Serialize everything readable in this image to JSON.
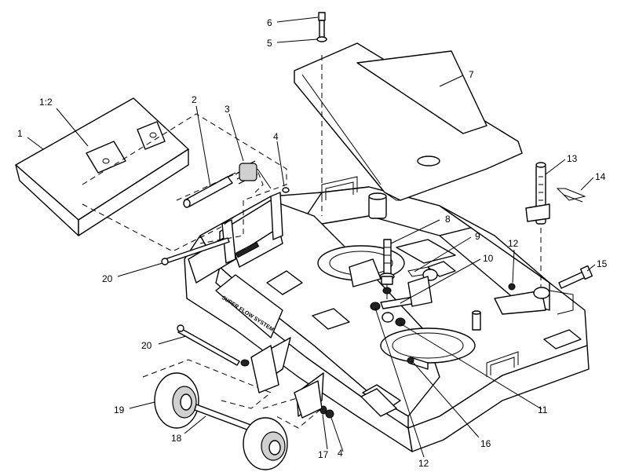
{
  "diagram": {
    "decal_text": "SUPER FLOW SYSTEM",
    "callouts": [
      {
        "id": "c1",
        "text": "1"
      },
      {
        "id": "c1-2",
        "text": "1:2"
      },
      {
        "id": "c2",
        "text": "2"
      },
      {
        "id": "c3",
        "text": "3"
      },
      {
        "id": "c4a",
        "text": "4"
      },
      {
        "id": "c4b",
        "text": "4"
      },
      {
        "id": "c5",
        "text": "5"
      },
      {
        "id": "c6",
        "text": "6"
      },
      {
        "id": "c7",
        "text": "7"
      },
      {
        "id": "c8",
        "text": "8"
      },
      {
        "id": "c9",
        "text": "9"
      },
      {
        "id": "c10",
        "text": "10"
      },
      {
        "id": "c11",
        "text": "11"
      },
      {
        "id": "c12a",
        "text": "12"
      },
      {
        "id": "c12b",
        "text": "12"
      },
      {
        "id": "c13",
        "text": "13"
      },
      {
        "id": "c14",
        "text": "14"
      },
      {
        "id": "c15",
        "text": "15"
      },
      {
        "id": "c16",
        "text": "16"
      },
      {
        "id": "c17",
        "text": "17"
      },
      {
        "id": "c18",
        "text": "18"
      },
      {
        "id": "c19",
        "text": "19"
      },
      {
        "id": "c20a",
        "text": "20"
      },
      {
        "id": "c20b",
        "text": "20"
      }
    ]
  }
}
